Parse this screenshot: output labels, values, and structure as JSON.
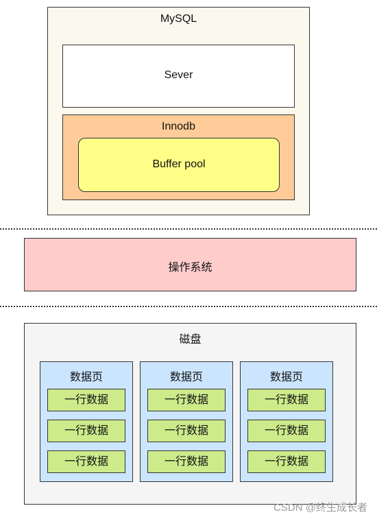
{
  "mysql": {
    "label": "MySQL"
  },
  "server": {
    "label": "Sever"
  },
  "innodb": {
    "label": "Innodb"
  },
  "buffer_pool": {
    "label": "Buffer pool"
  },
  "os": {
    "label": "操作系统"
  },
  "disk": {
    "label": "磁盘",
    "pages": [
      {
        "title": "数据页",
        "rows": [
          "一行数据",
          "一行数据",
          "一行数据"
        ]
      },
      {
        "title": "数据页",
        "rows": [
          "一行数据",
          "一行数据",
          "一行数据"
        ]
      },
      {
        "title": "数据页",
        "rows": [
          "一行数据",
          "一行数据",
          "一行数据"
        ]
      }
    ]
  },
  "watermark": "CSDN @终生成长者"
}
